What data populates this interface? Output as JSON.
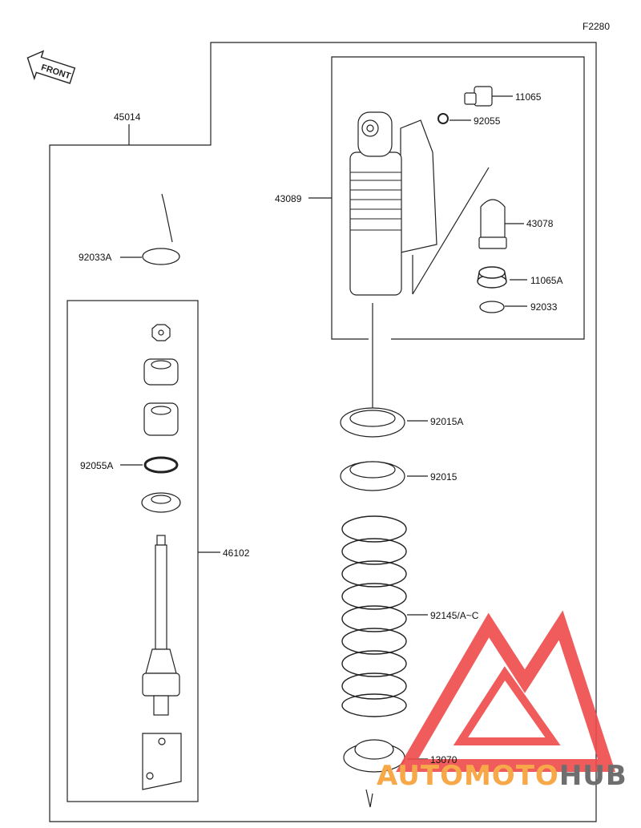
{
  "diagram_code": "F2280",
  "front_label": "FRONT",
  "part_labels": {
    "assembly": "45014",
    "cylinder": "43089",
    "valve": "11065",
    "o_ring_small": "92055",
    "bladder": "43078",
    "cap": "11065A",
    "circlip": "92033",
    "circlip_a": "92033A",
    "o_ring_a": "92055A",
    "rod_assembly": "46102",
    "nut_a": "92015A",
    "nut": "92015",
    "spring": "92145/A~C",
    "spring_guide": "13070"
  },
  "watermark": {
    "part1": "AUTOMOTO",
    "part2": "HUB",
    "colors": {
      "logo": "#ef4a4a",
      "text_orange": "#f7a94a",
      "text_gray": "#6e6e6e"
    }
  }
}
